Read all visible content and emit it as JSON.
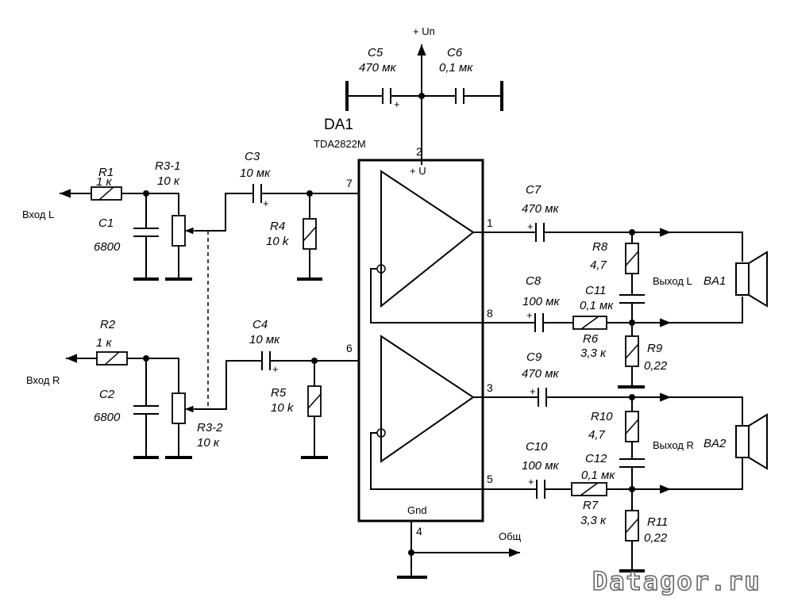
{
  "power": {
    "supply_label": "+ Uп"
  },
  "chip": {
    "name": "DA1",
    "part": "TDA2822M",
    "plus_u": "+ U",
    "gnd": "Gnd",
    "pins": {
      "p1": "1",
      "p2": "2",
      "p3": "3",
      "p4": "4",
      "p5": "5",
      "p6": "6",
      "p7": "7",
      "p8": "8"
    }
  },
  "components": {
    "R1": {
      "name": "R1",
      "value": "1 к"
    },
    "R2": {
      "name": "R2",
      "value": "1 к"
    },
    "R3_1": {
      "name": "R3-1",
      "value": "10 к"
    },
    "R3_2": {
      "name": "R3-2",
      "value": "10 к"
    },
    "R4": {
      "name": "R4",
      "value": "10 k"
    },
    "R5": {
      "name": "R5",
      "value": "10 k"
    },
    "R6": {
      "name": "R6",
      "value": "3,3 к"
    },
    "R7": {
      "name": "R7",
      "value": "3,3 к"
    },
    "R8": {
      "name": "R8",
      "value": "4,7"
    },
    "R9": {
      "name": "R9",
      "value": "0,22"
    },
    "R10": {
      "name": "R10",
      "value": "4,7"
    },
    "R11": {
      "name": "R11",
      "value": "0,22"
    },
    "C1": {
      "name": "C1",
      "value": "6800"
    },
    "C2": {
      "name": "C2",
      "value": "6800"
    },
    "C3": {
      "name": "C3",
      "value": "10 мк"
    },
    "C4": {
      "name": "C4",
      "value": "10 мк"
    },
    "C5": {
      "name": "C5",
      "value": "470 мк"
    },
    "C6": {
      "name": "C6",
      "value": "0,1 мк"
    },
    "C7": {
      "name": "C7",
      "value": "470 мк"
    },
    "C8": {
      "name": "C8",
      "value": "100 мк"
    },
    "C9": {
      "name": "C9",
      "value": "470 мк"
    },
    "C10": {
      "name": "C10",
      "value": "100 мк"
    },
    "C11": {
      "name": "C11",
      "value": "0,1 мк"
    },
    "C12": {
      "name": "C12",
      "value": "0,1 мк"
    },
    "BA1": {
      "name": "BA1"
    },
    "BA2": {
      "name": "BA2"
    }
  },
  "io": {
    "input_l": "Вход L",
    "input_r": "Вход R",
    "output_l": "Выход L",
    "output_r": "Выход R",
    "common": "Общ"
  },
  "watermark": "Datagor.ru"
}
